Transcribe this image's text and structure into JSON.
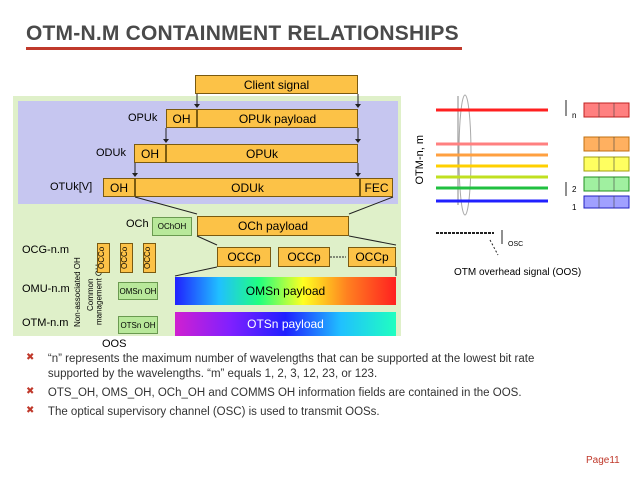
{
  "title": "OTM-N.M CONTAINMENT RELATIONSHIPS",
  "diagram": {
    "client_signal": "Client signal",
    "opuk_label": "OPUk",
    "oh": "OH",
    "opuk_payload": "OPUk payload",
    "oduk_label": "ODUk",
    "opuk": "OPUk",
    "otuk_label": "OTUk[V]",
    "oduk": "ODUk",
    "fec": "FEC",
    "och_label": "OCh",
    "ochoh": "OChOH",
    "och_payload": "OCh payload",
    "occg_label": "OCG-n.m",
    "occo": "OCCo",
    "occp": "OCCp",
    "omu_label": "OMU-n.m",
    "omsn_oh": "OMSn OH",
    "omsn_payload": "OMSn payload",
    "otm_label": "OTM-n.m",
    "otsn_oh": "OTSn OH",
    "otsn_payload": "OTSn payload",
    "non_assoc": "Non-associated OH",
    "common_mgmt": "Common management OH",
    "oos": "OOS"
  },
  "right_diagram": {
    "otm_nm": "OTM-n, m",
    "n": "n",
    "two": "2",
    "one": "1",
    "osc": "OSC",
    "caption": "OTM overhead signal (OOS)"
  },
  "bullets": [
    "“n” represents the maximum number of wavelengths that can be supported at the lowest bit rate supported by the wavelengths. “m” equals 1, 2, 3, 12, 23, or 123.",
    "OTS_OH, OMS_OH, OCh_OH and COMMS OH information fields are contained in the OOS.",
    "The optical supervisory channel (OSC) is used to transmit OOSs."
  ],
  "page": "Page11",
  "colors": {
    "accent": "#c0392b",
    "box": "#fcc247",
    "green": "#dff0c9",
    "lavender": "#c6c6f0"
  }
}
